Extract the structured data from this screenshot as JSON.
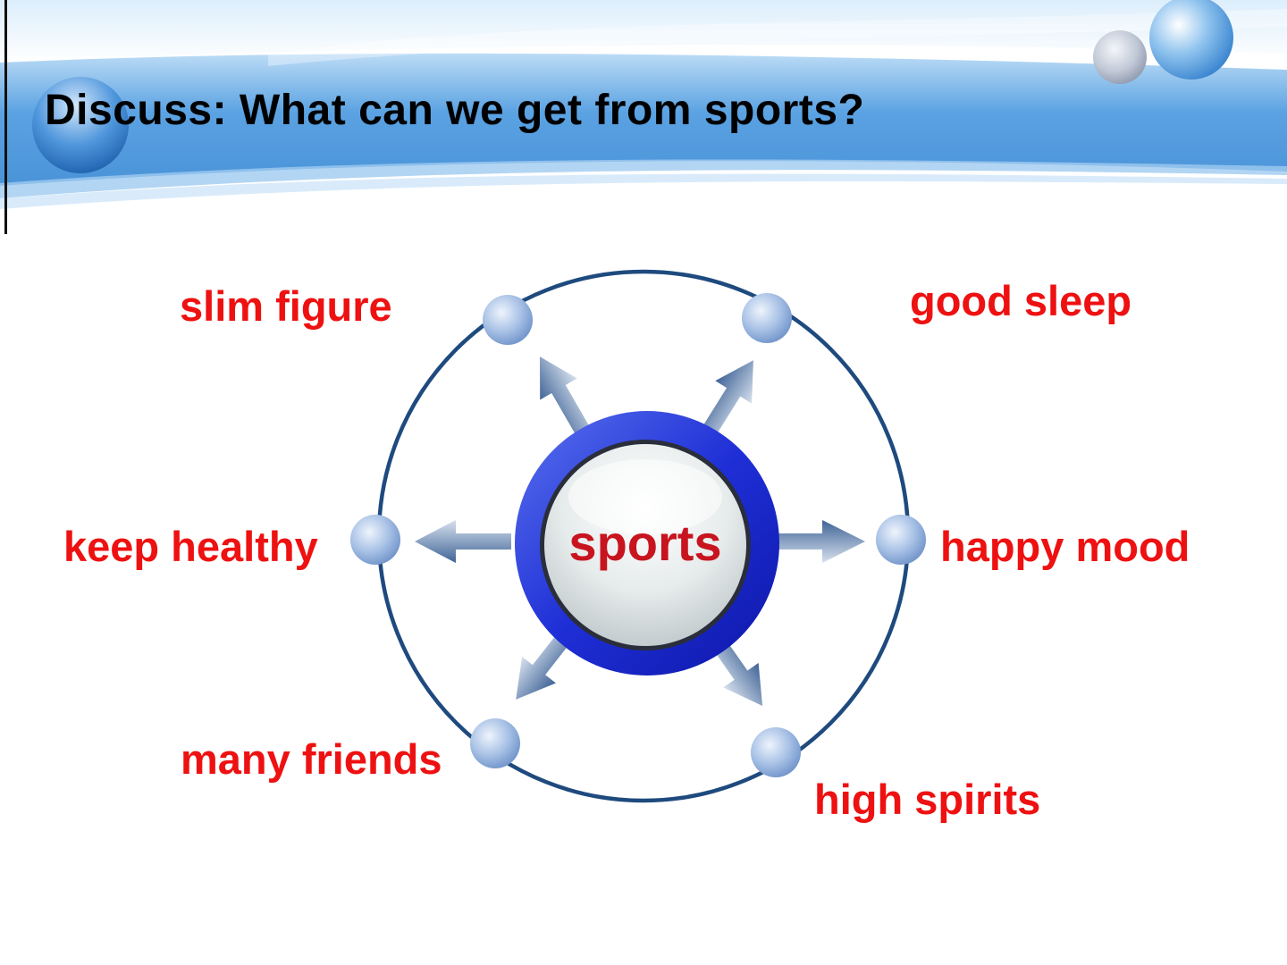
{
  "slide": {
    "title": "Discuss: What can we get from sports?"
  },
  "diagram": {
    "center_label": "sports",
    "benefits": [
      "slim figure",
      "good sleep",
      "keep healthy",
      "happy mood",
      "many friends",
      "high spirits"
    ]
  },
  "colors": {
    "label_text": "#ee1111",
    "title_text": "#000000",
    "banner_blue": "#5aa2e2",
    "ring_stroke": "#1e4a7e",
    "hub_ring": "#1f2fd6",
    "hub_face": "#e6ebeb",
    "node_ball": "#a9c2e6"
  },
  "icons": {
    "node": "sphere-node-icon",
    "arrow": "arrow-icon"
  }
}
